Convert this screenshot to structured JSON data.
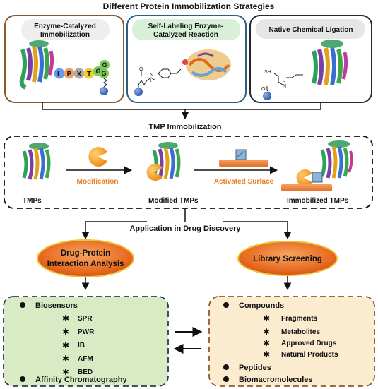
{
  "header": {
    "title": "Different Protein Immobilization Strategies"
  },
  "strategies": [
    {
      "label_line1": "Enzyme-Catalyzed",
      "label_line2": "Immobilization",
      "tag_letters": [
        "L",
        "P",
        "X",
        "T",
        "G",
        "G",
        "G"
      ],
      "border_color": "#8b5a2b"
    },
    {
      "label_line1": "Self-Labeling Enzyme-",
      "label_line2": "Catalyzed Reaction",
      "border_color": "#2b5f84"
    },
    {
      "label_line1": "Native Chemical Ligation",
      "border_color": "#1f2a36"
    }
  ],
  "chem_labels": {
    "sulfhydryl": "SH",
    "amine": "N",
    "hydrogen": "H",
    "oxygen": "O"
  },
  "tmp_section": {
    "title": "TMP Immobilization",
    "step1_caption": "TMPs",
    "arrow1_label": "Modification",
    "step2_caption": "Modified TMPs",
    "arrow2_label": "Activated Surface",
    "step3_caption": "Immobilized TMPs"
  },
  "application": {
    "title": "Application in Drug Discovery",
    "left_ellipse_line1": "Drug-Protein",
    "left_ellipse_line2": "Interaction Analysis",
    "right_ellipse": "Library Screening"
  },
  "left_panel": {
    "heading": "Biosensors",
    "items": [
      "SPR",
      "PWR",
      "IB",
      "AFM",
      "BED"
    ],
    "footer": "Affinity Chromatography"
  },
  "right_panel": {
    "heading": "Compounds",
    "items": [
      "Fragments",
      "Metabolites",
      "Approved Drugs",
      "Natural Products"
    ],
    "footer1": "Peptides",
    "footer2": "Biomacromolecules"
  },
  "colors": {
    "label_orange": "#e8832a",
    "ellipse_orange": "#e0601a",
    "left_panel_fill": "#d8ebc4",
    "right_panel_fill": "#fbecd0",
    "bead_blue": "#4169b4"
  }
}
